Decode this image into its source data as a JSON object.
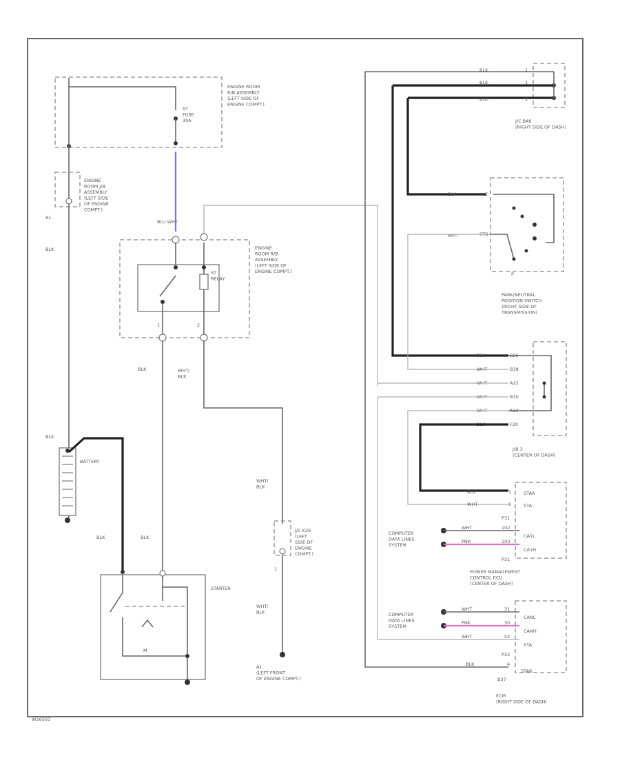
{
  "labels": {
    "fuse_box_engine_room_1": [
      "ENGINE ROOM",
      "R/B ASSEMBLY",
      "(LEFT SIDE OF",
      "ENGINE COMPT.)"
    ],
    "fuse": [
      "ST",
      "FUSE",
      "30A"
    ],
    "jb_engine_room": [
      "ENGINE",
      "ROOM J/B",
      "ASSEMBLY",
      "(LEFT SIDE",
      "OF ENGINE",
      "COMPT.)"
    ],
    "a1_top": "A1",
    "blk_left_vertical": "BLK",
    "blu_wht": "BLU  WHT",
    "rb_engine_room_2": [
      "ENGINE",
      "ROOM R/B",
      "ASSEMBLY",
      "(LEFT SIDE OF",
      "ENGINE COMPT.)"
    ],
    "st_relay": [
      "ST",
      "RELAY"
    ],
    "pin_1": "1",
    "pin_2": "2",
    "blk_mid": "BLK",
    "wht_blk_1": [
      "WHT/",
      "BLK"
    ],
    "blk_battery": "BLK",
    "battery": "BATTERY",
    "wht_blk_2": [
      "WHT/",
      "BLK"
    ],
    "jc_k26": [
      "J/C K26",
      "(LEFT",
      "SIDE OF",
      "ENGINE",
      "COMPT.)"
    ],
    "jc_k26_pin": "1",
    "blk_bottom_1": "BLK",
    "blk_bottom_2": "BLK",
    "starter": "STARTER",
    "starter_m": "M",
    "wht_blk_3": [
      "WHT/",
      "BLK"
    ],
    "ground": [
      "A1",
      "(LEFT FRONT",
      "OF ENGINE COMPT.)"
    ],
    "jc_b46": [
      "J/C B46",
      "(RIGHT SIDE OF DASH)"
    ],
    "jc_b46_wires": [
      "BLK",
      "BLK",
      "BLK"
    ],
    "jc_b46_pins": [
      "1",
      "1",
      "1"
    ],
    "pnp_switch": [
      "PARK/NEUTRAL",
      "POSITION SWITCH",
      "(RIGHT SIDE OF",
      "TRANSMISSION)"
    ],
    "pnp_blk": "BLK",
    "pnp_blk_pin": "E",
    "pnp_wht": "WHT",
    "pnp_wht_pin": "STB",
    "pnp_p": "P",
    "jb3_wires": [
      {
        "color": "BLK",
        "pin": "B26"
      },
      {
        "color": "WHT",
        "pin": "B38"
      },
      {
        "color": "WHT",
        "pin": "A22"
      },
      {
        "color": "WHT",
        "pin": "B30"
      },
      {
        "color": "WHT",
        "pin": "A10"
      },
      {
        "color": "BLK",
        "pin": "F20"
      }
    ],
    "jb3": [
      "J/B 3",
      "(CENTER OF DASH)"
    ],
    "pm_wires": [
      {
        "color": "BLK",
        "pin": "1",
        "func": "STAR"
      },
      {
        "color": "WHT",
        "pin": "6",
        "func": "STA"
      }
    ],
    "pm_conn_1": "P31",
    "pm_can_wires": [
      {
        "color": "WHT",
        "pin": "102",
        "func": "CA1L"
      },
      {
        "color": "PNK",
        "pin": "103",
        "func": "CA1H"
      }
    ],
    "pm_conn_2": "P31",
    "can_1": [
      "COMPUTER",
      "DATA LINES",
      "SYSTEM"
    ],
    "pm_ecu": [
      "POWER MANAGEMENT",
      "CONTROL ECU",
      "(CENTER OF DASH)"
    ],
    "ecm_can_wires": [
      {
        "color": "WHT",
        "pin": "31",
        "func": "CANL"
      },
      {
        "color": "PNK",
        "pin": "30",
        "func": "CANH"
      }
    ],
    "ecm_sta": {
      "color": "WHT",
      "pin": "52",
      "func": "STA"
    },
    "ecm_conn": "P33",
    "ecm_star": {
      "color": "BLK",
      "pin": "4",
      "func": "STAR"
    },
    "ecm_conn_2": "B37",
    "can_2": [
      "COMPUTER",
      "DATA LINES",
      "SYSTEM"
    ],
    "ecm": [
      "ECM",
      "(RIGHT SIDE OF DASH)"
    ],
    "figure_id": "W26503"
  },
  "colors": {
    "border": "#666666",
    "blue_wire": "#7a6ff0",
    "pink_wire": "#e070c0",
    "black_wire": "#222222"
  }
}
